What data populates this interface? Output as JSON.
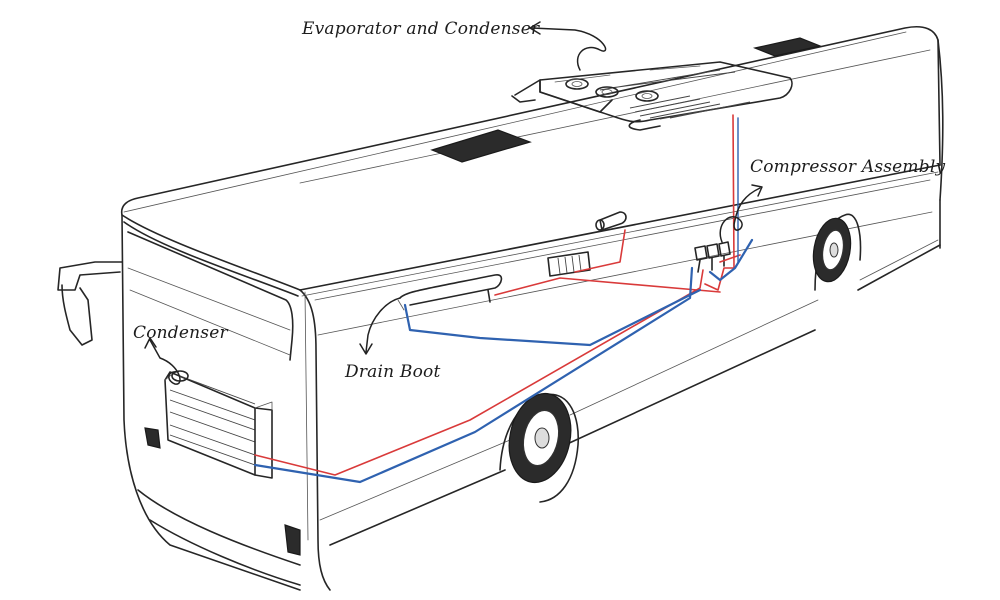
{
  "labels": {
    "evaporator_condenser": "Evaporator and Condenser",
    "compressor_assembly": "Compressor Assembly",
    "condenser": "Condenser",
    "drain_boot": "Drain Boot"
  },
  "colors": {
    "ink": "#262626",
    "suction_line": "#2f62b0",
    "discharge_line": "#d93a3a",
    "background": "#ffffff"
  }
}
